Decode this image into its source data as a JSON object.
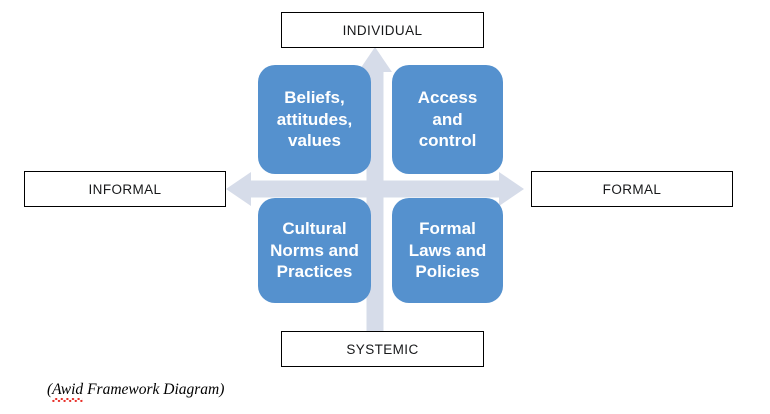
{
  "diagram": {
    "title": "Awid Framework Diagram",
    "caption": {
      "open_paren": "(",
      "misspelled_word": "Awid",
      "rest": " Framework Diagram)"
    },
    "colors": {
      "quadrant_fill": "#5591CE",
      "quadrant_text": "#FFFFFF",
      "arrow_fill": "#D6DCE9",
      "axis_box_border": "#000000",
      "axis_box_text": "#17181A",
      "background": "#FFFFFF",
      "spellcheck_underline": "#E8302A"
    },
    "axes": {
      "vertical": {
        "top_label": "INDIVIDUAL",
        "bottom_label": "SYSTEMIC"
      },
      "horizontal": {
        "left_label": "INFORMAL",
        "right_label": "FORMAL"
      }
    },
    "quadrants": [
      {
        "id": "top-left",
        "position": "informal-individual",
        "lines": [
          "Beliefs,",
          "attitudes,",
          "values"
        ]
      },
      {
        "id": "top-right",
        "position": "formal-individual",
        "lines": [
          "Access and",
          "control"
        ]
      },
      {
        "id": "bottom-left",
        "position": "informal-systemic",
        "lines": [
          "Cultural",
          "Norms and",
          "Practices"
        ]
      },
      {
        "id": "bottom-right",
        "position": "formal-systemic",
        "lines": [
          "Formal",
          "Laws and",
          "Policies"
        ]
      }
    ],
    "icons": {
      "arrow_up": "arrow-up-icon",
      "arrow_down": "arrow-down-icon",
      "arrow_left": "arrow-left-icon",
      "arrow_right": "arrow-right-icon"
    }
  }
}
